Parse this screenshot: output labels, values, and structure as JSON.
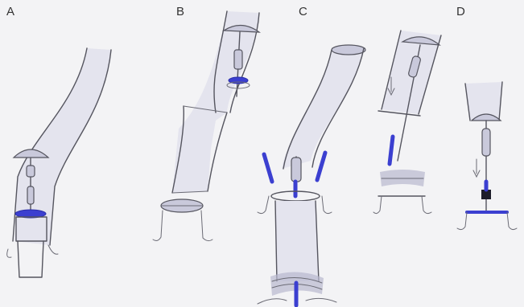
{
  "panels": [
    {
      "letter": "A"
    },
    {
      "letter": "B"
    },
    {
      "letter": "C"
    },
    {
      "letter": "D"
    }
  ],
  "colors": {
    "background": "#f3f3f5",
    "ink": "#55555f",
    "accent_blue": "#3b3fd0",
    "tube_fill": "#e4e4ee"
  }
}
